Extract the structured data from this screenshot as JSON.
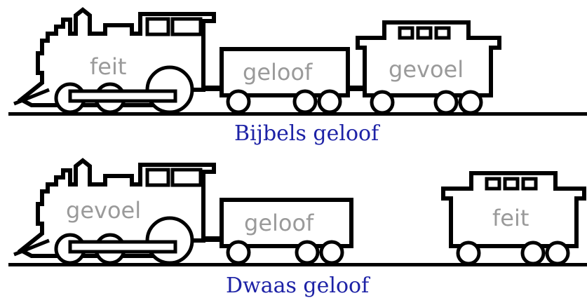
{
  "top_train": {
    "locomotive_label": "feit",
    "car_label": "geloof",
    "caboose_label": "gevoel",
    "caption": "Bijbels geloof"
  },
  "bottom_train": {
    "locomotive_label": "gevoel",
    "car_label": "geloof",
    "caboose_label": "feit",
    "caption": "Dwaas geloof"
  },
  "colors": {
    "outline": "#000000",
    "label_text": "#9a9a9a",
    "caption_text": "#1d22a6"
  }
}
